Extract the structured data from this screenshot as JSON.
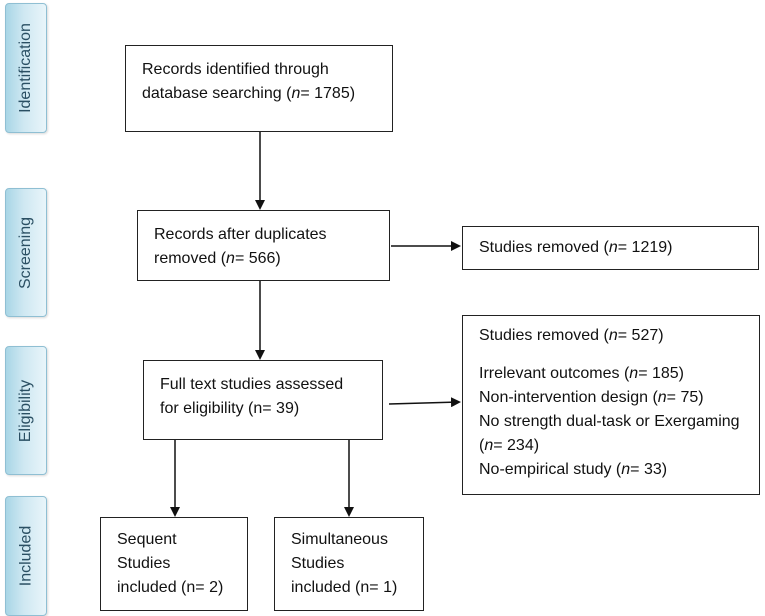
{
  "phases": {
    "identification": "Identification",
    "screening": "Screening",
    "eligibility": "Eligibility",
    "included": "Included"
  },
  "boxes": {
    "identified": {
      "line1": "Records identified through",
      "line2_prefix": "database searching (",
      "n_label": "n",
      "line2_suffix": "= 1785)"
    },
    "duplicates": {
      "line1": "Records after duplicates",
      "line2_prefix": "removed (",
      "n_label": "n",
      "line2_suffix": "= 566)"
    },
    "removed_screening": {
      "prefix": "Studies removed (",
      "n_label": "n",
      "suffix": "= 1219)"
    },
    "fulltext": {
      "line1": "Full text studies assessed",
      "line2": "for eligibility (n= 39)"
    },
    "removed_eligibility": {
      "header_prefix": "Studies removed (",
      "header_n": "n",
      "header_suffix": "= 527)",
      "reasons": [
        {
          "prefix": "Irrelevant outcomes (",
          "n_label": "n",
          "suffix": "= 185)"
        },
        {
          "prefix": "Non-intervention design (",
          "n_label": "n",
          "suffix": "= 75)"
        },
        {
          "text": "No strength dual-task or Exergaming"
        },
        {
          "prefix": "(",
          "n_label": "n",
          "suffix": "= 234)"
        },
        {
          "prefix": "No-empirical study (",
          "n_label": "n",
          "suffix": "= 33)"
        }
      ]
    },
    "sequent": {
      "line1": "Sequent",
      "line2": "Studies",
      "line3": "included (n= 2)"
    },
    "simultaneous": {
      "line1": "Simultaneous",
      "line2": "Studies",
      "line3": "included (n= 1)"
    }
  },
  "colors": {
    "phase_fill": "#cfe8f2",
    "phase_border": "#8fbfd3",
    "phase_text": "#2a4f63",
    "box_border": "#222222",
    "arrow": "#111111"
  }
}
